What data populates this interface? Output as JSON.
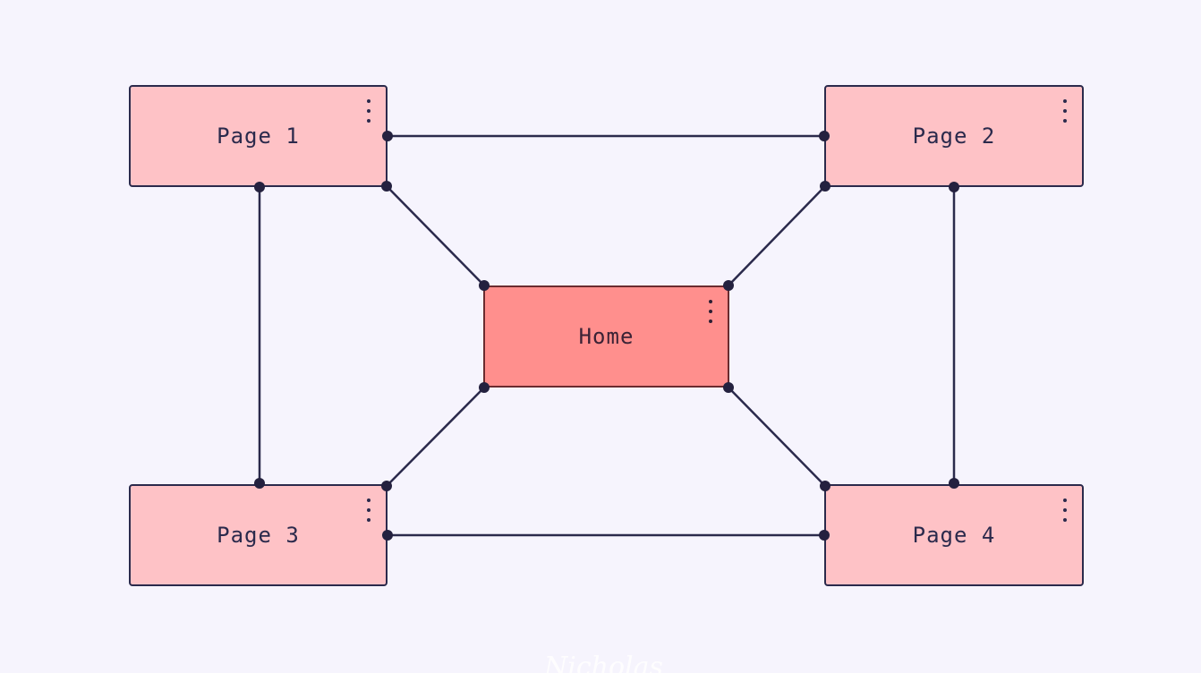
{
  "diagram": {
    "nodes": [
      {
        "id": "page1",
        "label": "Page 1",
        "kind": "page"
      },
      {
        "id": "page2",
        "label": "Page 2",
        "kind": "page"
      },
      {
        "id": "home",
        "label": "Home",
        "kind": "home"
      },
      {
        "id": "page3",
        "label": "Page 3",
        "kind": "page"
      },
      {
        "id": "page4",
        "label": "Page 4",
        "kind": "page"
      }
    ],
    "edges": [
      {
        "from": "page1",
        "to": "page2"
      },
      {
        "from": "page1",
        "to": "page3"
      },
      {
        "from": "page1",
        "to": "home"
      },
      {
        "from": "page2",
        "to": "page4"
      },
      {
        "from": "page2",
        "to": "home"
      },
      {
        "from": "page3",
        "to": "home"
      },
      {
        "from": "page3",
        "to": "page4"
      },
      {
        "from": "page4",
        "to": "home"
      }
    ],
    "node_menu_icon": "kebab-menu-icon",
    "colors": {
      "page_fill": "#fec2c6",
      "home_fill": "#ff8f8d",
      "stroke": "#2b2a4c",
      "background": "#f6f4fd"
    }
  },
  "watermark": {
    "text": "Nicholas"
  }
}
